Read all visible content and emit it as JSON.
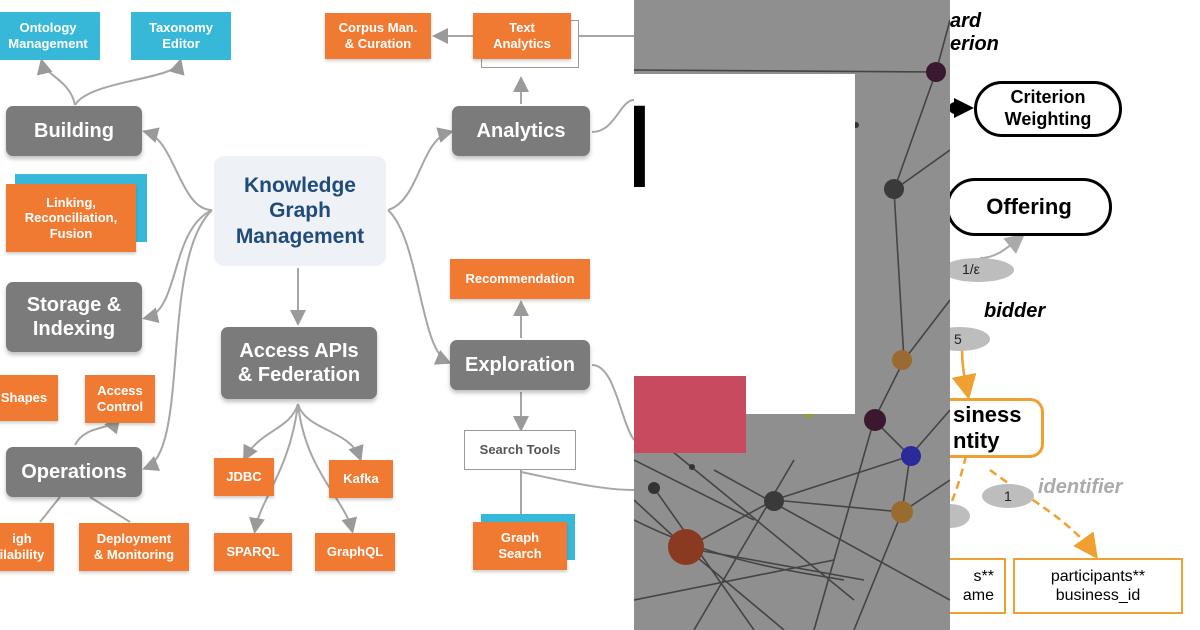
{
  "left_diagram": {
    "center": "Knowledge\nGraph\nManagement",
    "grey_nodes": {
      "building": "Building",
      "storage": "Storage &\nIndexing",
      "operations": "Operations",
      "access_apis": "Access APIs\n& Federation",
      "analytics": "Analytics",
      "exploration": "Exploration"
    },
    "orange_nodes": {
      "linking": "Linking,\nReconciliation,\nFusion",
      "shapes": "Shapes",
      "access_control": "Access\nControl",
      "availability": "igh\nilability",
      "deployment": "Deployment\n& Monitoring",
      "jdbc": "JDBC",
      "kafka": "Kafka",
      "sparql": "SPARQL",
      "graphql": "GraphQL",
      "corpus": "Corpus Man.\n& Curation",
      "text_analytics": "Text\nAnalytics",
      "recommendation": "Recommendation",
      "graph_search": "Graph\nSearch"
    },
    "blue_nodes": {
      "ontology": "Ontology\nManagement",
      "taxonomy": "Taxonomy\nEditor"
    },
    "outline_nodes": {
      "search_tools": "Search Tools"
    }
  },
  "middle_image": {
    "large_letter": "I"
  },
  "right_diagram": {
    "top_label": "ard\nerion",
    "criterion_weighting": "Criterion\nWeighting",
    "offering": "Offering",
    "edge_one_over_e": "1/ε",
    "bidder_label": "bidder",
    "edge_5": "5",
    "business_entity": "siness\nntity",
    "identifier_label": "identifier",
    "edge_1": "1",
    "box_left": "s**\name",
    "box_right": "participants**\nbusiness_id"
  },
  "colors": {
    "grey_node": "#7b7b7b",
    "orange_node": "#f07a32",
    "blue_node": "#38b8d8",
    "center_text": "#1f4c7a",
    "accent_orange_outline": "#f0a030",
    "crimson_rect": "#c84a5e"
  }
}
